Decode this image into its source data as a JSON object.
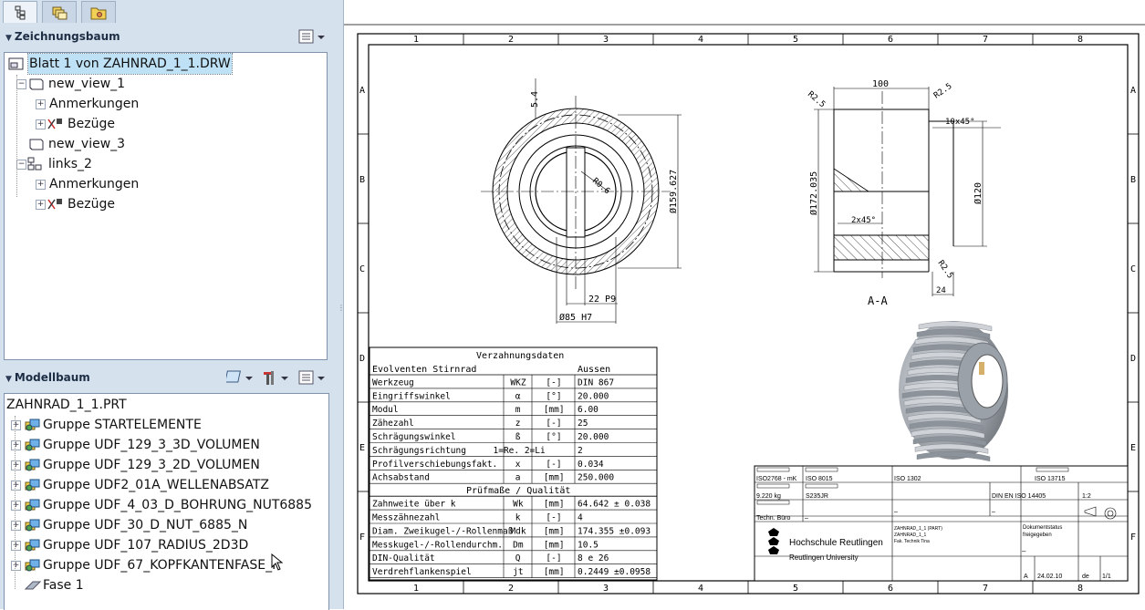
{
  "left_panel": {
    "tabs": [
      {
        "name": "model-tree-tab-icon"
      },
      {
        "name": "layers-tab-icon"
      },
      {
        "name": "folder-tab-icon"
      }
    ],
    "drawing_tree": {
      "title": "Zeichnungsbaum",
      "items": [
        {
          "label": "Blatt 1 von ZAHNRAD_1_1.DRW",
          "level": 0,
          "icon": "sheet-icon",
          "expander": "none",
          "selected": true
        },
        {
          "label": "new_view_1",
          "level": 1,
          "icon": "view-icon",
          "expander": "minus"
        },
        {
          "label": "Anmerkungen",
          "level": 2,
          "icon": "",
          "expander": "plus"
        },
        {
          "label": "Bezüge",
          "level": 2,
          "icon": "datum-icon",
          "expander": "plus"
        },
        {
          "label": "new_view_3",
          "level": 1,
          "icon": "view-icon",
          "expander": "none"
        },
        {
          "label": "links_2",
          "level": 1,
          "icon": "links-icon",
          "expander": "minus"
        },
        {
          "label": "Anmerkungen",
          "level": 2,
          "icon": "",
          "expander": "plus"
        },
        {
          "label": "Bezüge",
          "level": 2,
          "icon": "datum-icon",
          "expander": "plus"
        }
      ]
    },
    "model_tree": {
      "title": "Modellbaum",
      "root": "ZAHNRAD_1_1.PRT",
      "items": [
        "Gruppe STARTELEMENTE",
        "Gruppe UDF_129_3_3D_VOLUMEN",
        "Gruppe UDF_129_3_2D_VOLUMEN",
        "Gruppe UDF2_01A_WELLENABSATZ",
        "Gruppe UDF_4_03_D_BOHRUNG_NUT6885",
        "Gruppe UDF_30_D_NUT_6885_N",
        "Gruppe UDF_107_RADIUS_2D3D",
        "Gruppe UDF_67_KOPFKANTENFASE_I"
      ],
      "last": "Fase 1"
    }
  },
  "drawing": {
    "columns": [
      "1",
      "2",
      "3",
      "4",
      "5",
      "6",
      "7",
      "8"
    ],
    "rows": [
      "A",
      "B",
      "C",
      "D",
      "E",
      "F"
    ],
    "front_view": {
      "dims": {
        "module": "5.4",
        "radius": "R0.6",
        "outer": "Ø159.627",
        "keyway": "22 P9",
        "bore": "Ø85 H7"
      }
    },
    "section_view": {
      "label": "A-A",
      "dims": {
        "width": "100",
        "r1": "R2.5",
        "r2": "R2.5",
        "r3": "R2.5",
        "chamfer1": "10x45°",
        "chamfer2": "2x45°",
        "d_left": "Ø172.035",
        "d_right": "Ø120",
        "small": "24"
      }
    },
    "gear_table": {
      "title": "Verzahnungsdaten",
      "subheader": {
        "left": "Evolventen Stirnrad",
        "right": "Aussen"
      },
      "rows": [
        [
          "Werkzeug",
          "WKZ",
          "[-]",
          "DIN 867"
        ],
        [
          "Eingriffswinkel",
          "α",
          "[°]",
          "20.000"
        ],
        [
          "Modul",
          "m",
          "[mm]",
          "6.00"
        ],
        [
          "Zähezahl",
          "z",
          "[-]",
          "25"
        ],
        [
          "Schrägungswinkel",
          "ß",
          "[°]",
          "20.000"
        ],
        [
          "Schrägungsrichtung",
          "1=Re. 2=Li",
          "",
          "2"
        ],
        [
          "Profilverschiebungsfakt.",
          "x",
          "[-]",
          "0.034"
        ],
        [
          "Achsabstand",
          "a",
          "[mm]",
          "250.000"
        ]
      ],
      "pruef_title": "Prüfmaße / Qualität",
      "pruef_rows": [
        [
          "Zahnweite über k",
          "Wk",
          "[mm]",
          "64.642  ± 0.038"
        ],
        [
          "Messzähnezahl",
          "k",
          "[-]",
          "4"
        ],
        [
          "Diam. Zweikugel-/-Rollenmaß",
          "Mdk",
          "[mm]",
          "174.355 ±0.093"
        ],
        [
          "Messkugel-/-Rollendurchm.",
          "Dm",
          "[mm]",
          "10.5"
        ],
        [
          "DIN-Qualität",
          "Q",
          "[-]",
          "8 e 26"
        ],
        [
          "Verdrehflankenspiel",
          "jt",
          "[mm]",
          "0.2449 ±0.0958"
        ]
      ]
    },
    "title_block": {
      "iso1": "ISO2768 - mK",
      "iso2": "ISO 8015",
      "iso3": "ISO 1302",
      "iso4": "ISO 13715",
      "mass": "9.220 kg",
      "material": "S235JR",
      "std": "DIN EN ISO 14405",
      "scale": "1:2",
      "dept": "Techn. Büro",
      "university": "Hochschule Reutlingen",
      "university_en": "Reutlingen University",
      "part1": "ZAHNRAD_1_1 (PART)",
      "part2": "ZAHNRAD_1_1",
      "part3": "Fak. Technik Tina",
      "status1": "Dokumentstatus",
      "status2": "freigegeben",
      "rev": "A",
      "date": "24.02.10",
      "lang": "de",
      "sheet": "1/1",
      "dash": "–"
    }
  }
}
